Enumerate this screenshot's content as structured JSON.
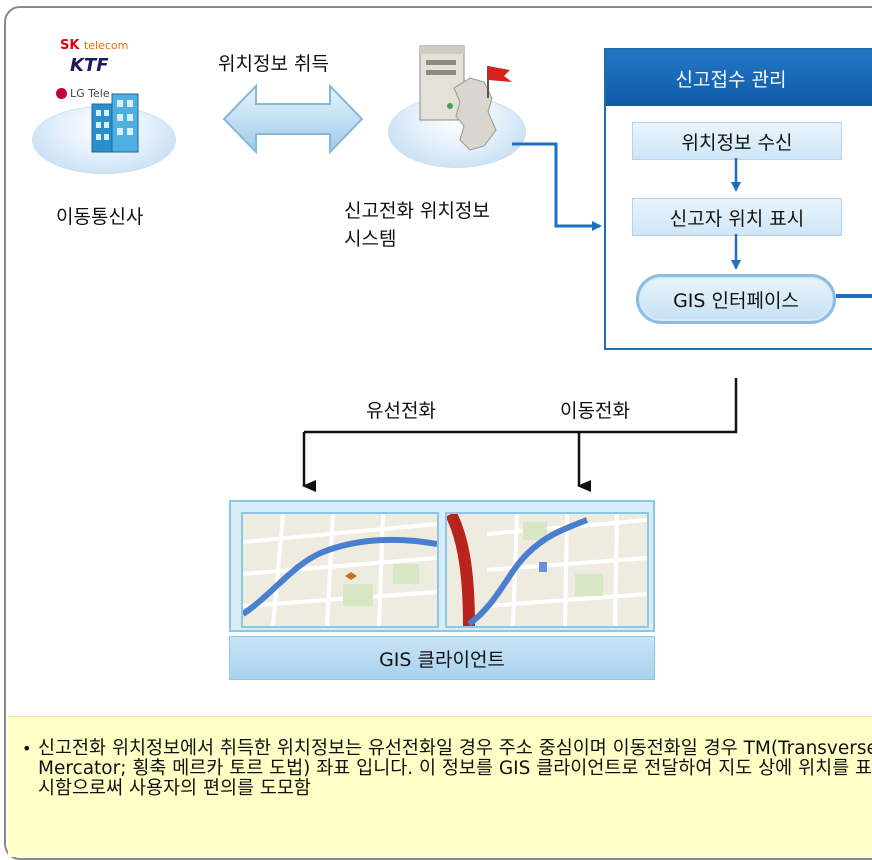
{
  "telecom": {
    "label": "이동통신사",
    "brands": {
      "sk": "SK",
      "sk_sub": "telecom",
      "ktf": "KTF",
      "lg": "LG Tele"
    }
  },
  "acquire_label": "위치정보 취득",
  "location_system": {
    "line1": "신고전화 위치정보",
    "line2": "시스템"
  },
  "management": {
    "title": "신고접수 관리",
    "steps": [
      "위치정보 수신",
      "신고자 위치 표시"
    ],
    "gis_interface": "GIS 인터페이스"
  },
  "branches": {
    "wired": "유선전화",
    "mobile": "이동전화"
  },
  "gis_client": "GIS 클라이언트",
  "note": "신고전화 위치정보에서 취득한 위치정보는 유선전화일 경우 주소 중심이며  이동전화일 경우 TM(Transverse Mercator; 횡축 메르카 토르 도법) 좌표 입니다. 이 정보를 GIS 클라이언트로 전달하여 지도 상에 위치를  표시함으로써 사용자의 편의를 도모함",
  "colors": {
    "arrow_blue": "#1e6fc0",
    "panel_blue": "#1f6db4",
    "note_bg": "#ffffc6",
    "map_road": "#4a7fd0",
    "map_highway": "#b8231e"
  }
}
